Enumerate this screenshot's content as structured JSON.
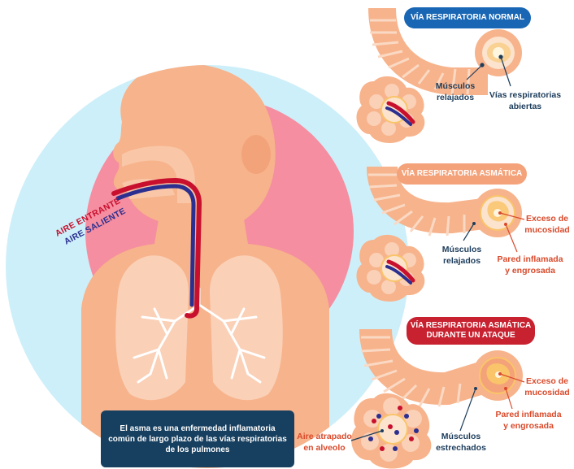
{
  "main_caption": {
    "line1": "El asma es una enfermedad inflamatoria",
    "line2": "común de largo plazo de las vías respiratorias",
    "line3": "de los pulmones"
  },
  "air_labels": {
    "incoming": "AIRE ENTRANTE",
    "outgoing": "AIRE SALIENTE"
  },
  "panels": {
    "normal": {
      "title": "VÍA RESPIRATORIA NORMAL",
      "muscles_line1": "Músculos",
      "muscles_line2": "relajados",
      "open_line1": "Vías respiratorias",
      "open_line2": "abiertas"
    },
    "asthmatic": {
      "title": "VÍA RESPIRATORIA ASMÁTICA",
      "mucus_line1": "Exceso de",
      "mucus_line2": "mucosidad",
      "muscles_line1": "Músculos",
      "muscles_line2": "relajados",
      "wall_line1": "Pared inflamada",
      "wall_line2": "y engrosada"
    },
    "attack": {
      "title_line1": "VÍA RESPIRATORIA ASMÁTICA",
      "title_line2": "DURANTE UN ATAQUE",
      "mucus_line1": "Exceso de",
      "mucus_line2": "mucosidad",
      "wall_line1": "Pared inflamada",
      "wall_line2": "y engrosada",
      "muscles_line1": "Músculos",
      "muscles_line2": "estrechados",
      "trapped_line1": "Aire atrapado",
      "trapped_line2": "en alveolo"
    }
  },
  "colors": {
    "circle_blue": "#cdeff9",
    "circle_pink": "#f58ea0",
    "skin": "#f7b38b",
    "lung": "#fad0b7",
    "air_red": "#c8102e",
    "air_blue": "#2b2f8f",
    "navy": "#173f5f",
    "normal_pill": "#1866b4",
    "asthma_pill": "#f4a27a",
    "attack_pill": "#c8212f",
    "label_red": "#d94a2b"
  }
}
